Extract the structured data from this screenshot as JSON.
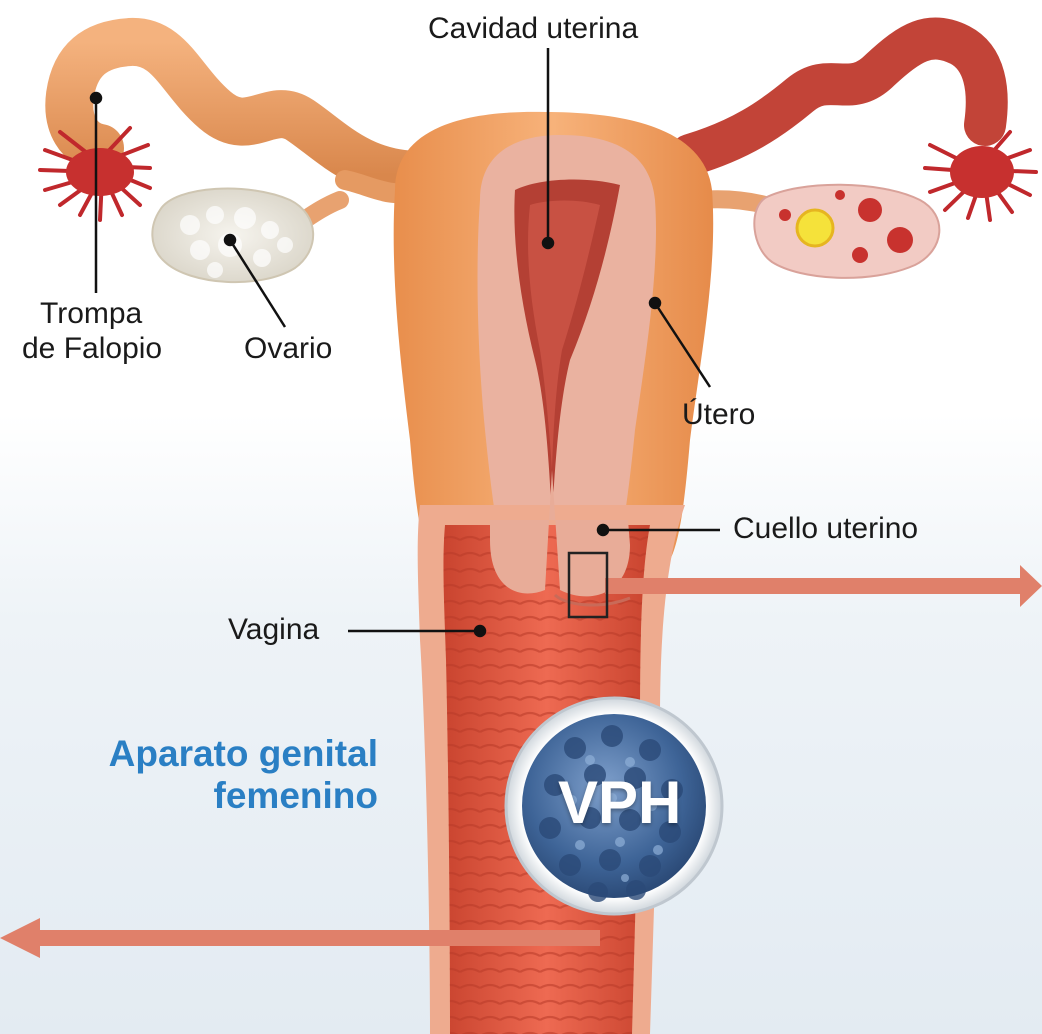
{
  "labels": {
    "cavidad": "Cavidad uterina",
    "trompa_line1": "Trompa",
    "trompa_line2": "de Falopio",
    "ovario": "Ovario",
    "utero": "Útero",
    "cuello": "Cuello uterino",
    "vagina": "Vagina"
  },
  "title": {
    "line1": "Aparato genital",
    "line2": "femenino",
    "color": "#2a7fc4"
  },
  "virus": {
    "label": "VPH"
  },
  "colors": {
    "arrow": "#e0806a",
    "tissue_outer": "#f3a86a",
    "tissue_inner": "#e8a890",
    "cavity": "#b8463a",
    "vagina_wall": "#e05a45",
    "virus_blue": "#4a6fa0"
  }
}
